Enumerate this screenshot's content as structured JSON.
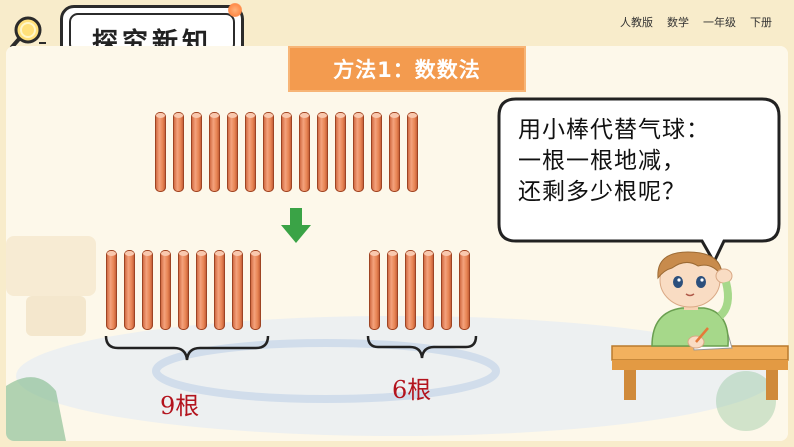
{
  "header": {
    "title": "探究新知",
    "nav": [
      "人教版",
      "数学",
      "一年级",
      "下册"
    ]
  },
  "method": {
    "banner": "方法1：数数法"
  },
  "sticks": {
    "top_count": 15,
    "left_count": 9,
    "right_count": 6,
    "left_label": "9根",
    "right_label": "6根"
  },
  "speech": {
    "lines": [
      "用小棒代替气球：",
      "一根一根地减，",
      "还剩多少根呢？"
    ]
  },
  "colors": {
    "banner": "#f39b4f",
    "stick": "#e78454",
    "arrow": "#3aa346",
    "label": "#b3131d",
    "frame": "#f8eccb"
  },
  "icons": [
    "magnifier-icon",
    "down-arrow-icon",
    "speech-bubble",
    "student-illustration"
  ]
}
